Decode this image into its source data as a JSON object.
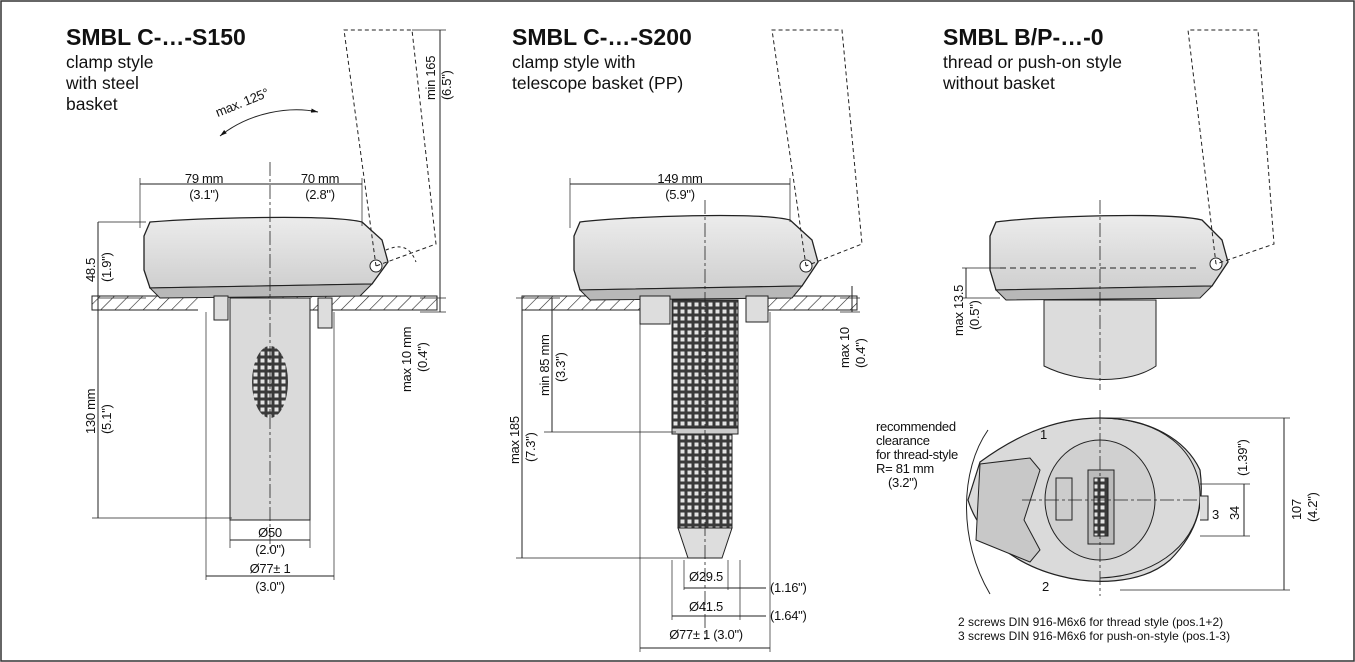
{
  "left": {
    "title": "SMBL C-…-S150",
    "subtitle_lines": [
      "clamp style",
      "with steel",
      "basket"
    ],
    "angle_label": "max. 125°",
    "dim_79": "79 mm",
    "dim_79_in": "(3.1\")",
    "dim_70": "70 mm",
    "dim_70_in": "(2.8\")",
    "dim_48": "48.5",
    "dim_48_in": "(1.9\")",
    "dim_130": "130 mm",
    "dim_130_in": "(5.1\")",
    "dim_d50": "Ø50",
    "dim_d50_in": "(2.0\")",
    "dim_d77": "Ø77± 1",
    "dim_d77_in": "(3.0\")",
    "dim_min165": "min 165",
    "dim_min165_in": "(6.5\")",
    "dim_max10": "max 10 mm",
    "dim_max10_in": "(0.4\")"
  },
  "middle": {
    "title": "SMBL C-…-S200",
    "subtitle_lines": [
      "clamp style with",
      "telescope basket (PP)"
    ],
    "dim_149": "149 mm",
    "dim_149_in": "(5.9\")",
    "dim_min85": "min 85 mm",
    "dim_min85_in": "(3.3\")",
    "dim_max185": "max 185",
    "dim_max185_in": "(7.3\")",
    "dim_max10": "max 10",
    "dim_max10_in": "(0.4\")",
    "dim_d29": "Ø29.5",
    "dim_d29_in": "(1.16\")",
    "dim_d41": "Ø41.5",
    "dim_d41_in": "(1.64\")",
    "dim_d77": "Ø77± 1 (3.0\")"
  },
  "right": {
    "title": "SMBL B/P-…-0",
    "subtitle_lines": [
      "thread or push-on style",
      "without basket"
    ],
    "dim_max13": "max 13.5",
    "dim_max13_in": "(0.5\")",
    "clearance_lines": [
      "recommended",
      "clearance",
      "for thread-style",
      "R= 81 mm",
      "(3.2\")"
    ],
    "dim_34": "34",
    "dim_34_in": "(1.39\")",
    "dim_107": "107",
    "dim_107_in": "(4.2\")",
    "pos1": "1",
    "pos2": "2",
    "pos3": "3",
    "notes": [
      "2 screws DIN 916-M6x6 for thread style (pos.1+2)",
      "3 screws DIN 916-M6x6 for push-on-style (pos.1-3)"
    ]
  }
}
